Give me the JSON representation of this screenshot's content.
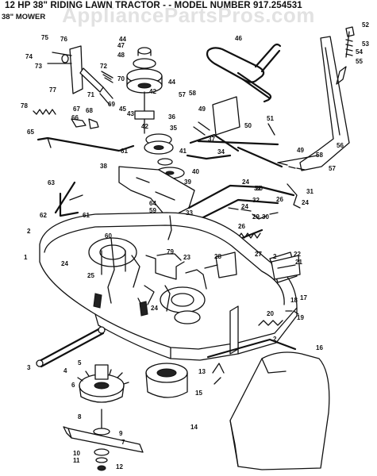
{
  "title": "12 HP 38\" RIDING LAWN TRACTOR - - MODEL NUMBER 917.254531",
  "subtitle": "38\" MOWER",
  "watermark": "AppliancePartsPros.com",
  "part_numbers": [
    "1",
    "2",
    "3",
    "4",
    "5",
    "6",
    "7",
    "8",
    "9",
    "10",
    "11",
    "12",
    "13",
    "14",
    "15",
    "16",
    "17",
    "18",
    "19",
    "20",
    "21",
    "22",
    "23",
    "24",
    "25",
    "26",
    "27",
    "28",
    "29",
    "30",
    "31",
    "32",
    "33",
    "34",
    "35",
    "36",
    "37",
    "38",
    "39",
    "40",
    "41",
    "42",
    "43",
    "44",
    "45",
    "46",
    "47",
    "48",
    "49",
    "50",
    "51",
    "52",
    "53",
    "54",
    "55",
    "56",
    "57",
    "58",
    "59",
    "60",
    "61",
    "62",
    "63",
    "64",
    "65",
    "66",
    "67",
    "68",
    "69",
    "70",
    "71",
    "72",
    "73",
    "74",
    "75",
    "76",
    "77",
    "78",
    "79"
  ]
}
